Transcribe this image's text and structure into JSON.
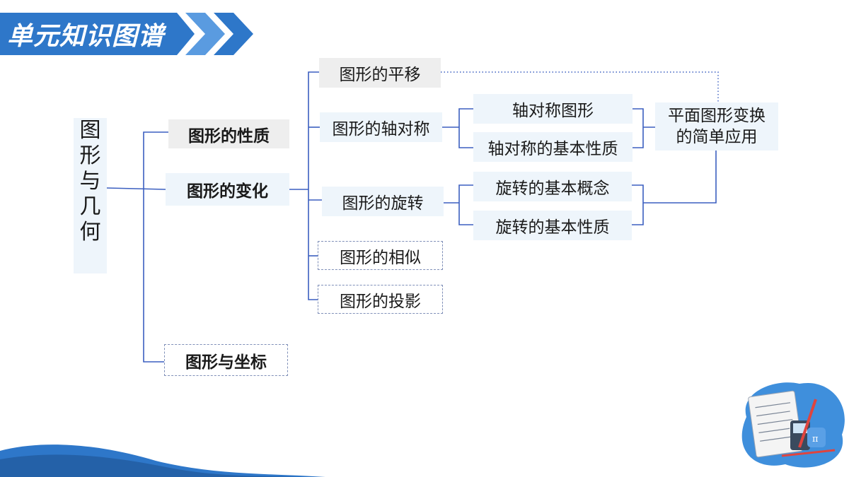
{
  "header": {
    "title": "单元知识图谱"
  },
  "root": {
    "chars": [
      "图",
      "形",
      "与",
      "几",
      "何"
    ]
  },
  "level1": {
    "properties": "图形的性质",
    "transformations": "图形的变化",
    "coordinates": "图形与坐标"
  },
  "level2": {
    "translation": "图形的平移",
    "axial_symmetry": "图形的轴对称",
    "rotation": "图形的旋转",
    "similarity": "图形的相似",
    "projection": "图形的投影"
  },
  "level3": {
    "axial_symmetric_figure": "轴对称图形",
    "axial_symmetry_properties": "轴对称的基本性质",
    "rotation_concept": "旋转的基本概念",
    "rotation_properties": "旋转的基本性质"
  },
  "application": {
    "line1": "平面图形变换",
    "line2": "的简单应用"
  },
  "colors": {
    "accent": "#2e77c9",
    "line": "#3b5fc0",
    "node_bg": "#eef5fb",
    "gray_bg": "#eeeeee"
  }
}
